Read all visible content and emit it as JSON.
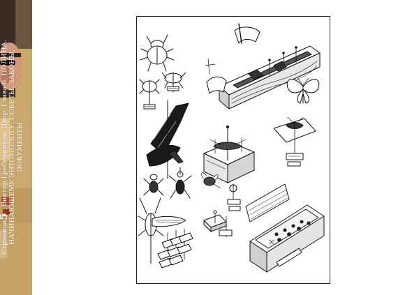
{
  "sidebar": {
    "page_label": "Страница",
    "page_number": "5",
    "line1": "Виктор Гребенников. Двор. Глава 6. ПОЛИНА.",
    "line2": "НАЧИНАЮЩЕМУ ЭНТОМОЛОГУ: СОВЕТЫ, ЗАКОНЫ,",
    "line3": "ДОКУМЕНТЫ"
  },
  "illustration": {
    "label_dot_pin": "",
    "label_slab": ""
  }
}
